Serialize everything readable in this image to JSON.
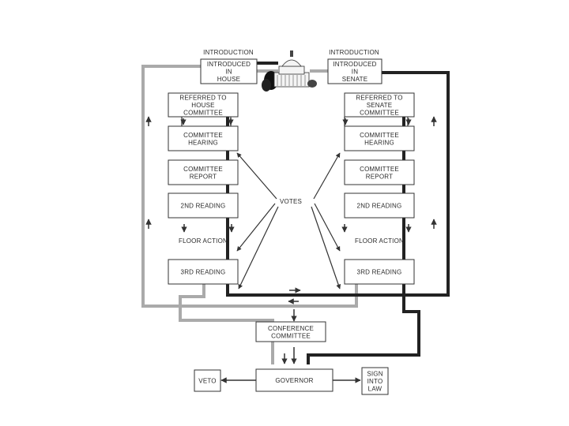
{
  "house": {
    "intro_heading": "INTRODUCTION",
    "intro_box": [
      "INTRODUCED",
      "IN",
      "HOUSE"
    ],
    "steps": [
      [
        "REFERRED TO",
        "HOUSE",
        "COMMITTEE"
      ],
      [
        "COMMITTEE",
        "HEARING"
      ],
      [
        "COMMITTEE",
        "REPORT"
      ],
      [
        "2ND READING"
      ]
    ],
    "floor_action": "FLOOR ACTION",
    "third_reading": [
      "3RD READING"
    ]
  },
  "senate": {
    "intro_heading": "INTRODUCTION",
    "intro_box": [
      "INTRODUCED",
      "IN",
      "SENATE"
    ],
    "steps": [
      [
        "REFERRED TO",
        "SENATE",
        "COMMITTEE"
      ],
      [
        "COMMITTEE",
        "HEARING"
      ],
      [
        "COMMITTEE",
        "REPORT"
      ],
      [
        "2ND READING"
      ]
    ],
    "floor_action": "FLOOR ACTION",
    "third_reading": [
      "3RD READING"
    ]
  },
  "votes": "VOTES",
  "conference": [
    "CONFERENCE",
    "COMMITTEE"
  ],
  "governor": "GOVERNOR",
  "veto": "VETO",
  "sign": [
    "SIGN",
    "INTO",
    "LAW"
  ],
  "colors": {
    "box_border": "#333333",
    "text": "#2a2a2a",
    "house_path": "#aaaaaa",
    "senate_path": "#222222",
    "arrow": "#333333"
  },
  "icons": {
    "capitol": "capitol-building-icon"
  }
}
